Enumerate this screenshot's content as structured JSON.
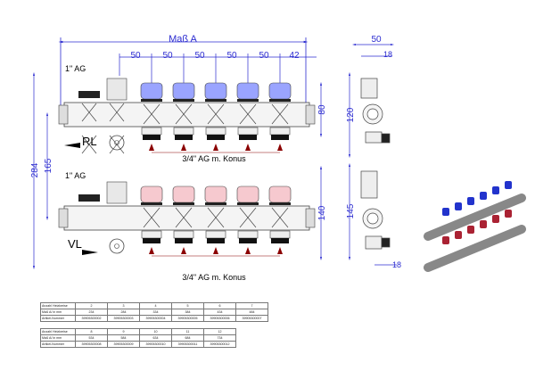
{
  "dimensions": {
    "mass_a": "Maß A",
    "spacing": [
      "50",
      "50",
      "50",
      "50",
      "50"
    ],
    "end_offset": "42",
    "top_height": "80",
    "total_height": "284",
    "inner_height": "165",
    "lower_height": "140",
    "side_upper": "120",
    "side_lower": "145",
    "side_width": "50",
    "side_depth_top": "18",
    "side_depth_bottom": "18"
  },
  "labels": {
    "connection_top": "1\" AG",
    "connection_bottom": "1\" AG",
    "return": "RL",
    "flow": "VL",
    "outlet_top": "3/4\" AG m. Konus",
    "outlet_bottom": "3/4\" AG m. Konus"
  },
  "colors": {
    "dimension": "#2b2bd0",
    "arrow": "#8b0000",
    "cap_top": "#6b7bff",
    "cap_bottom": "#e05a6a"
  },
  "tables": [
    {
      "rows": [
        {
          "label": "Anzahl Heizkreise",
          "values": [
            "2",
            "3",
            "4",
            "5",
            "6",
            "7"
          ]
        },
        {
          "label": "Maß A/ in mm",
          "values": [
            "234",
            "284",
            "334",
            "384",
            "434",
            "484"
          ]
        },
        {
          "label": "Artikel-Nummer",
          "values": [
            "39905300002",
            "39905300003",
            "39905300004",
            "39905300005",
            "39905300006",
            "39905300007"
          ]
        }
      ]
    },
    {
      "rows": [
        {
          "label": "Anzahl Heizkreise",
          "values": [
            "8",
            "9",
            "10",
            "11",
            "12"
          ]
        },
        {
          "label": "Maß A/ in mm",
          "values": [
            "534",
            "584",
            "634",
            "684",
            "734"
          ]
        },
        {
          "label": "Artikel-Nummer",
          "values": [
            "39905300008",
            "39905300009",
            "39905300010",
            "39905300011",
            "39905300012"
          ]
        }
      ]
    }
  ]
}
